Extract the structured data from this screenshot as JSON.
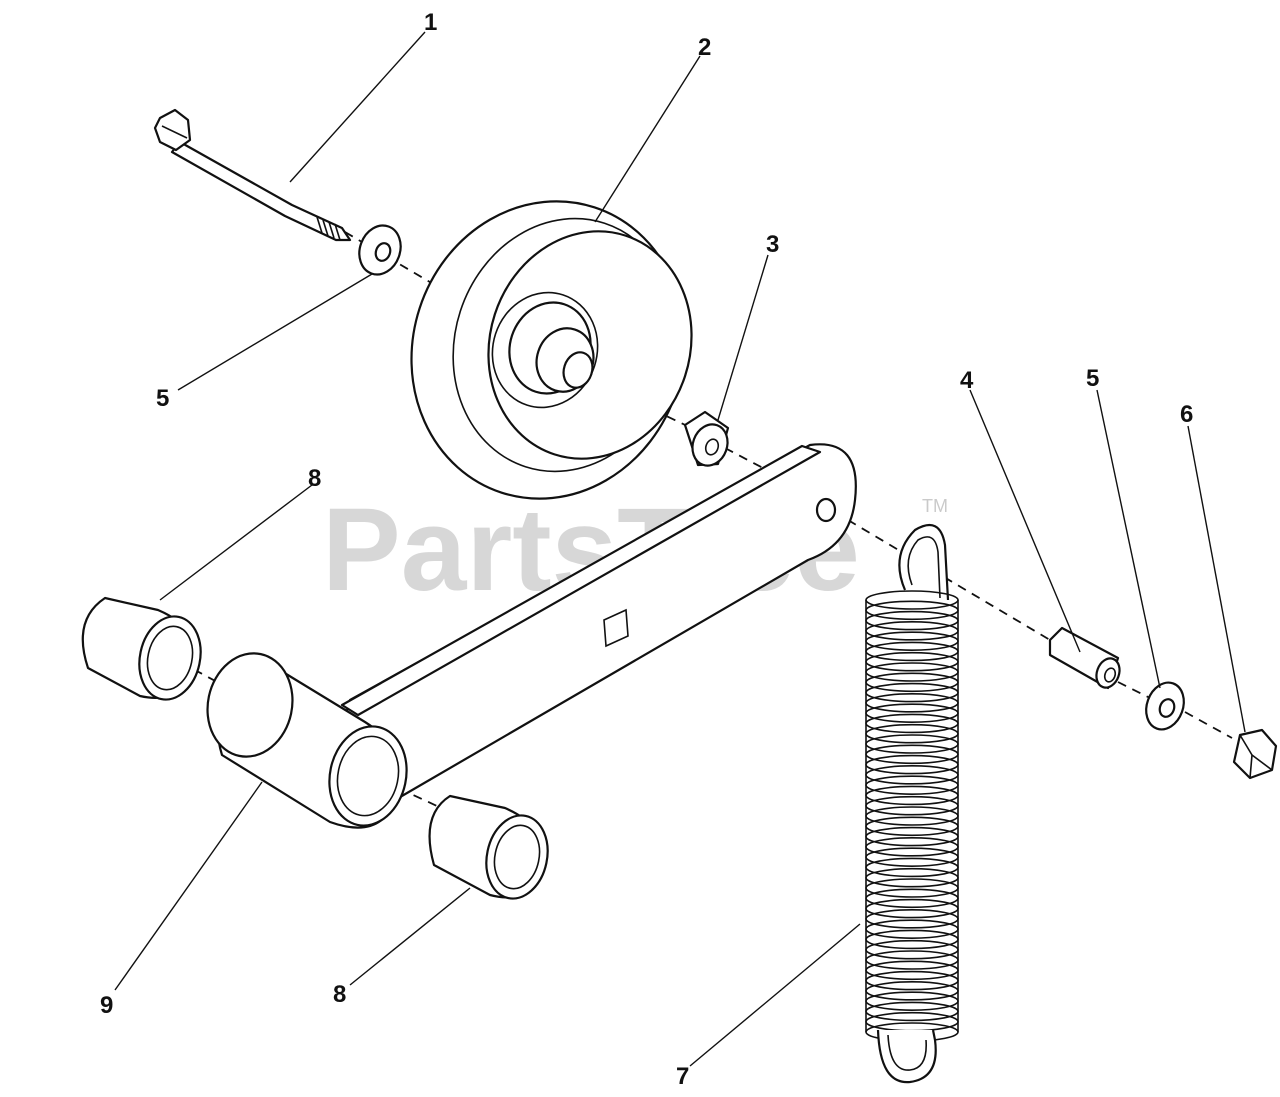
{
  "watermark": {
    "text": "PartsTree",
    "trademark": "TM"
  },
  "callouts": [
    {
      "id": "c1",
      "label": "1"
    },
    {
      "id": "c2",
      "label": "2"
    },
    {
      "id": "c3",
      "label": "3"
    },
    {
      "id": "c4",
      "label": "4"
    },
    {
      "id": "c5a",
      "label": "5"
    },
    {
      "id": "c5b",
      "label": "5"
    },
    {
      "id": "c6",
      "label": "6"
    },
    {
      "id": "c7",
      "label": "7"
    },
    {
      "id": "c8a",
      "label": "8"
    },
    {
      "id": "c8b",
      "label": "8"
    },
    {
      "id": "c9",
      "label": "9"
    }
  ]
}
